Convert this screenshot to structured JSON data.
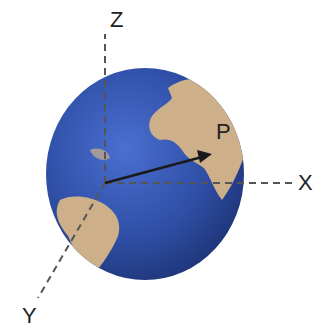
{
  "diagram": {
    "labels": [
      "Z",
      "P",
      "X",
      "Y"
    ]
  }
}
